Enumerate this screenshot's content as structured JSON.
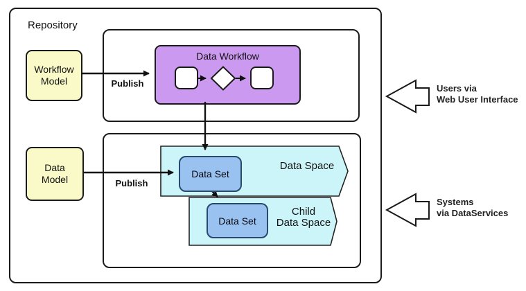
{
  "repository": {
    "label": "Repository"
  },
  "boxes": {
    "workflow_model": {
      "label": "Workflow Model"
    },
    "data_model": {
      "label": "Data Model"
    },
    "data_workflow": {
      "label": "Data Workflow"
    },
    "data_set_primary": {
      "label": "Data Set"
    },
    "data_set_child": {
      "label": "Data Set"
    }
  },
  "labels": {
    "publish_workflow": "Publish",
    "publish_data": "Publish",
    "data_space": "Data Space",
    "child_data_space": {
      "line1": "Child",
      "line2": "Data Space"
    }
  },
  "annotations": {
    "users": {
      "line1": "Users via",
      "line2": "Web User Interface"
    },
    "systems": {
      "line1": "Systems",
      "line2": "via DataServices"
    }
  },
  "colors": {
    "model_fill": "#fafac8",
    "workflow_fill": "#cc99f0",
    "dataset_fill": "#99c2f0",
    "dataspace_fill": "#ccf5fa",
    "outline": "#1a1a1a",
    "dataset_outline": "#27496d"
  }
}
